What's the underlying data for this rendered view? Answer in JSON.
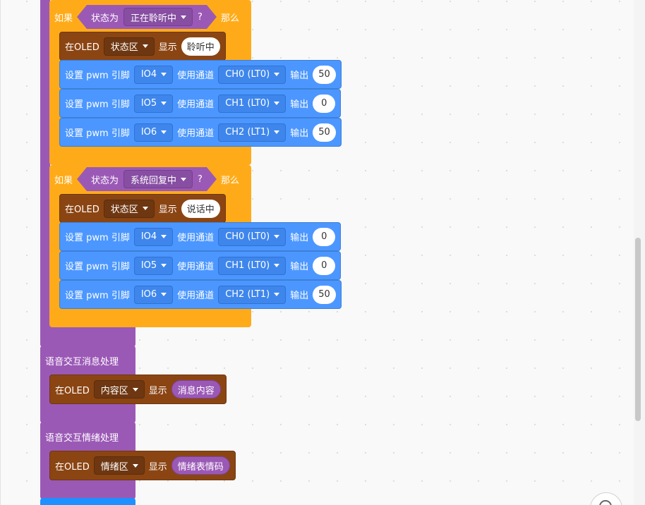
{
  "colors": {
    "workspace_bg": "#f9f9f9",
    "event_purple": "#9b59b6",
    "control_orange": "#ffab19",
    "oled_brown": "#8b4513",
    "pwm_blue": "#4c97ff"
  },
  "if_blocks": [
    {
      "if_label": "如果",
      "condition_label": "状态为",
      "state_value": "正在聆听中",
      "question_mark": "?",
      "then_label": "那么",
      "oled": {
        "prefix": "在OLED",
        "area": "状态区",
        "show_label": "显示",
        "text": "聆听中"
      },
      "pwm": [
        {
          "label": "设置 pwm 引脚",
          "pin": "IO4",
          "channel_label": "使用通道",
          "channel": "CH0 (LT0)",
          "output_label": "输出",
          "value": "50"
        },
        {
          "label": "设置 pwm 引脚",
          "pin": "IO5",
          "channel_label": "使用通道",
          "channel": "CH1 (LT0)",
          "output_label": "输出",
          "value": "0"
        },
        {
          "label": "设置 pwm 引脚",
          "pin": "IO6",
          "channel_label": "使用通道",
          "channel": "CH2 (LT1)",
          "output_label": "输出",
          "value": "50"
        }
      ]
    },
    {
      "if_label": "如果",
      "condition_label": "状态为",
      "state_value": "系统回复中",
      "question_mark": "?",
      "then_label": "那么",
      "oled": {
        "prefix": "在OLED",
        "area": "状态区",
        "show_label": "显示",
        "text": "说话中"
      },
      "pwm": [
        {
          "label": "设置 pwm 引脚",
          "pin": "IO4",
          "channel_label": "使用通道",
          "channel": "CH0 (LT0)",
          "output_label": "输出",
          "value": "0"
        },
        {
          "label": "设置 pwm 引脚",
          "pin": "IO5",
          "channel_label": "使用通道",
          "channel": "CH1 (LT0)",
          "output_label": "输出",
          "value": "0"
        },
        {
          "label": "设置 pwm 引脚",
          "pin": "IO6",
          "channel_label": "使用通道",
          "channel": "CH2 (LT1)",
          "output_label": "输出",
          "value": "50"
        }
      ]
    }
  ],
  "handlers": [
    {
      "title": "语音交互消息处理",
      "oled": {
        "prefix": "在OLED",
        "area": "内容区",
        "show_label": "显示",
        "reporter": "消息内容"
      }
    },
    {
      "title": "语音交互情绪处理",
      "oled": {
        "prefix": "在OLED",
        "area": "情绪区",
        "show_label": "显示",
        "reporter": "情绪表情码"
      }
    }
  ]
}
